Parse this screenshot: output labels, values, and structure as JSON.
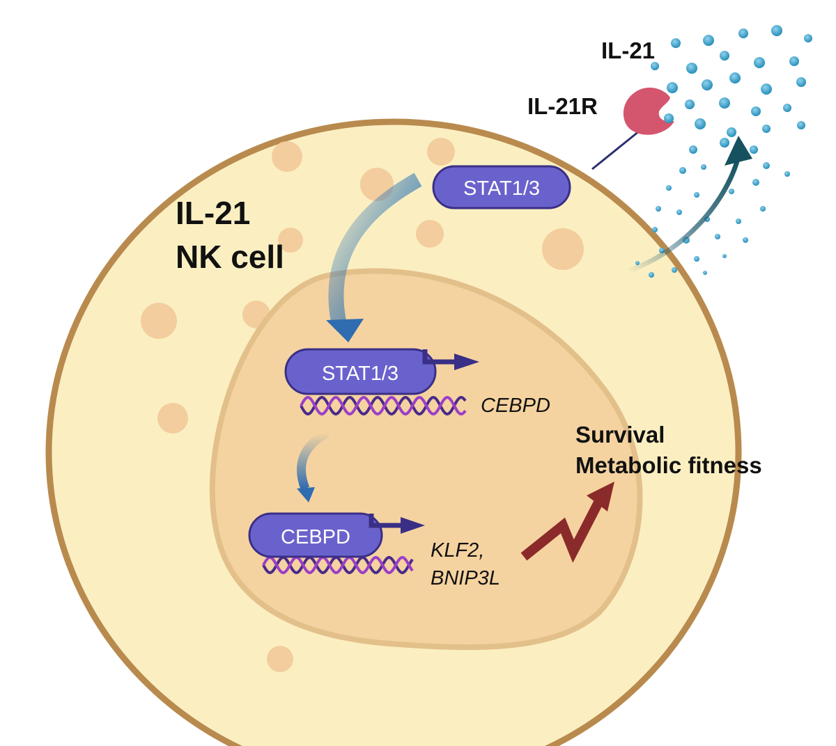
{
  "cell": {
    "title_line1": "IL-21",
    "title_line2": "NK cell"
  },
  "cytokine": {
    "label": "IL-21"
  },
  "receptor": {
    "label": "IL-21R"
  },
  "proteins": {
    "stat_cytoplasm": "STAT1/3",
    "stat_nucleus": "STAT1/3",
    "cebpd_protein": "CEBPD"
  },
  "genes": {
    "cebpd_gene": "CEBPD",
    "target_gene_line1": "KLF2,",
    "target_gene_line2": "BNIP3L"
  },
  "outcome": {
    "line1": "Survival",
    "line2": "Metabolic fitness"
  },
  "colors": {
    "cell_fill": "#fbefc2",
    "cell_border": "#b98a4e",
    "nucleus_fill": "#f5d3a0",
    "nucleus_border": "#e3c08a",
    "vesicle": "#f3cd9d",
    "protein": "#6a62cc",
    "protein_border": "#3a2f86",
    "dna_a": "#4a2a8a",
    "dna_b": "#9b3fc8",
    "receptor": "#d4566e",
    "signal_arrow": "#2f76b6",
    "secretion_arrow": "#1f5a6e",
    "outcome_arrow": "#8b2a2a"
  }
}
